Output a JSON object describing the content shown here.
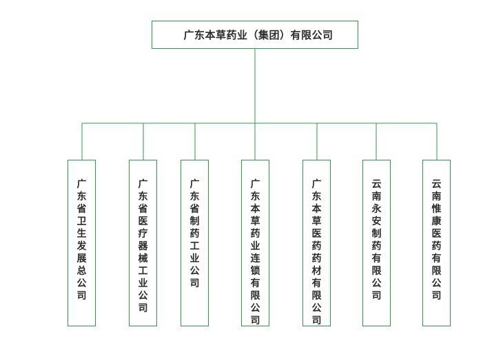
{
  "root": {
    "name": "广东本草药业（集团）有限公司"
  },
  "children": [
    {
      "name": "广东省卫生发展总公司"
    },
    {
      "name": "广东省医疗器械工业公司"
    },
    {
      "name": "广东省制药工业公司"
    },
    {
      "name": "广东本草药业连锁有限公司"
    },
    {
      "name": "广东本草医药药材有限公司"
    },
    {
      "name": "云南永安制药有限公司"
    },
    {
      "name": "云南惟康医药有限公司"
    }
  ],
  "colors": {
    "border": "#2e9a43",
    "text": "#2b2b2b"
  }
}
